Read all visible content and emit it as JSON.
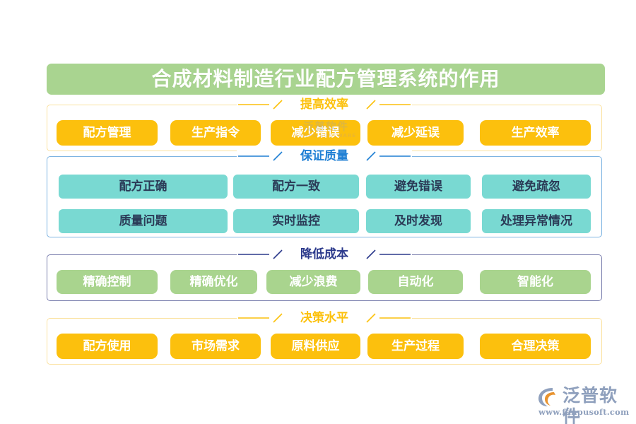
{
  "page": {
    "title": "合成材料制造行业配方管理系统的作用",
    "background_color": "#ffffff",
    "banner_color": "#a9d490"
  },
  "watermark": {
    "cn": "泛普软件",
    "en": "FANPU SOFTWARE"
  },
  "logo": {
    "brand": "泛普软件",
    "url": "www.fanpusoft.com",
    "mark_colors": {
      "crescent": "#8fa0bd",
      "arc": "#e8932f"
    }
  },
  "sections": [
    {
      "id": "efficiency",
      "heading": "提高效率",
      "accent": "#fcc10d",
      "border_color": "#fbe2a0",
      "chip_style": "amber",
      "chip_fill": "#fcc00d",
      "chip_text_color": "#ffffff",
      "rows": [
        [
          "配方管理",
          "生产指令",
          "减少错误",
          "减少延误",
          "生产效率"
        ]
      ]
    },
    {
      "id": "quality",
      "heading": "保证质量",
      "accent": "#1f7fd4",
      "border_color": "#7eb4e2",
      "chip_style": "teal",
      "chip_fill": "#79d9d2",
      "chip_text_color": "#2b3b57",
      "rows": [
        [
          "配方正确",
          "配方一致",
          "避免错误",
          "避免疏忽"
        ],
        [
          "质量问题",
          "实时监控",
          "及时发现",
          "处理异常情况"
        ]
      ]
    },
    {
      "id": "cost",
      "heading": "降低成本",
      "accent": "#2c3a8c",
      "border_color": "#7b7fae",
      "chip_style": "green",
      "chip_fill": "#a9d48e",
      "chip_text_color": "#ffffff",
      "rows": [
        [
          "精确控制",
          "精确优化",
          "减少浪费",
          "自动化",
          "智能化"
        ]
      ]
    },
    {
      "id": "decision",
      "heading": "决策水平",
      "accent": "#fcc10d",
      "border_color": "#fbe2a0",
      "chip_style": "amber",
      "chip_fill": "#fcc00d",
      "chip_text_color": "#ffffff",
      "rows": [
        [
          "配方使用",
          "市场需求",
          "原料供应",
          "生产过程",
          "合理决策"
        ]
      ]
    }
  ]
}
